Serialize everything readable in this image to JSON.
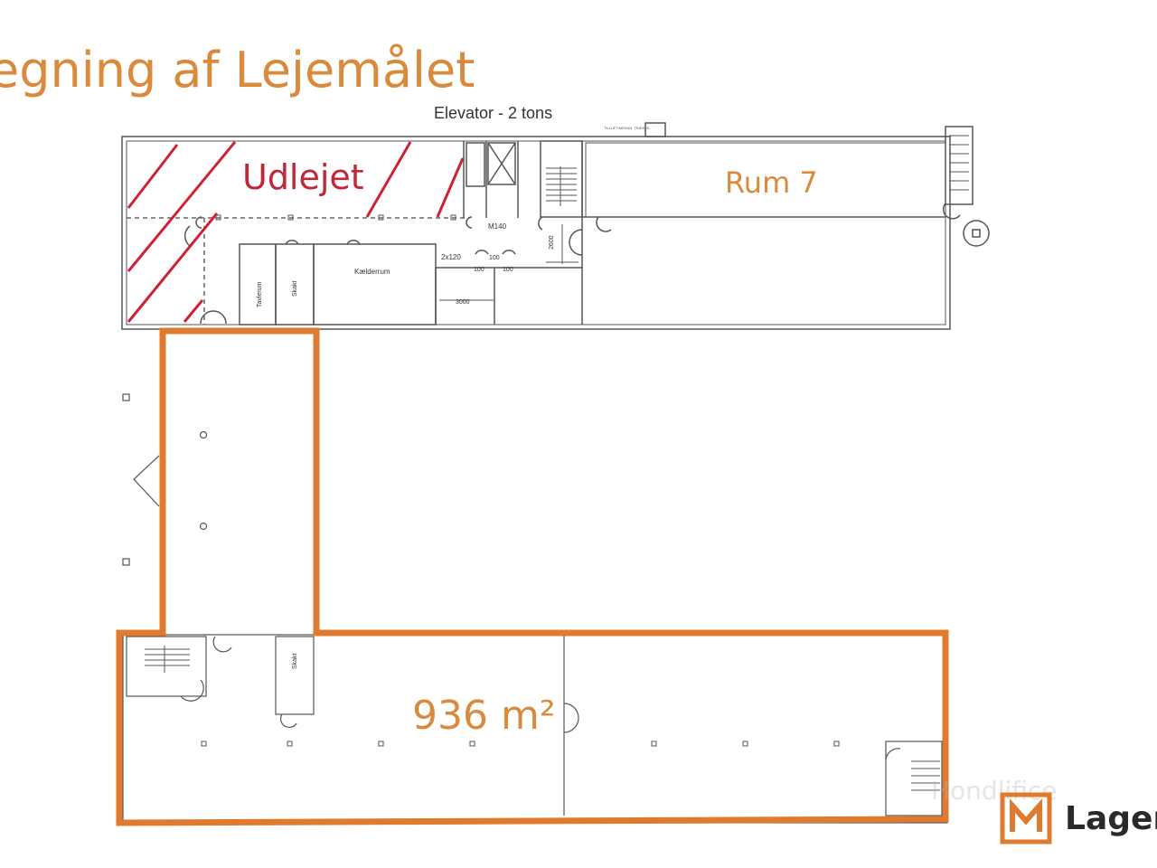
{
  "title": "egning af Lejemålet",
  "labels": {
    "elevator": "Elevator - 2 tons",
    "udlejet": "Udlejet",
    "rum7": "Rum 7",
    "area": "936 m²",
    "m140": "M140",
    "dim_2600": "2600",
    "dim_2x120": "2x120",
    "dim_100a": "100",
    "dim_100b": "100",
    "dim_100c": "100",
    "dim_3000": "3000",
    "kelderrum": "Kælderrum",
    "tavlerum": "Tavlerum",
    "skakt_top": "Skakt",
    "skakt_bottom": "Skakt",
    "udluftning": "TILLUFT/MEKAN. TRÆKKE"
  },
  "brand": {
    "name": "Lagerr",
    "watermark": "Hondlifice"
  },
  "colors": {
    "accent": "#d98a3c",
    "leased_outline": "#e07a2e",
    "rented_hatch": "#cc2233",
    "walls": "#555555"
  }
}
